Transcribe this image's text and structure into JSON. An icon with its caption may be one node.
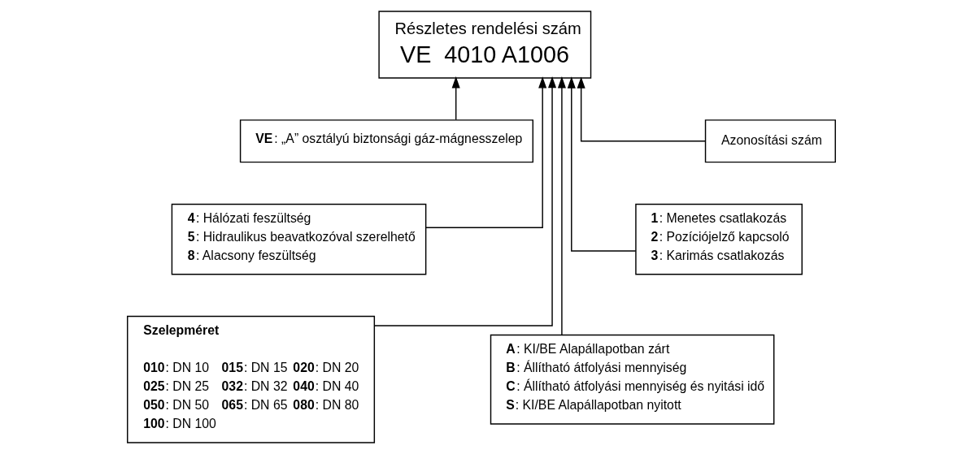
{
  "diagram": {
    "nodes": [
      {
        "text": [
          "Részletes rendelési szám",
          "VE  4010 A1006"
        ]
      },
      {
        "text": [
          "**VE**: „A” osztályú biztonsági gáz-mágnesszelep"
        ]
      },
      {
        "text": [
          "**4**: Hálózati feszültség",
          "**5**: Hidraulikus beavatkozóval szerelhető",
          "**8**: Alacsony feszültség"
        ]
      },
      {
        "text": [
          "Szelepméret",
          "**010**: DN 10",
          "**015**: DN 15",
          "**020**: DN 20",
          "**025**: DN 25",
          "**032**: DN 32",
          "**040**: DN 40",
          "**050**: DN 50",
          "**065**: DN 65",
          "**080**: DN 80",
          "**100**: DN 100"
        ]
      },
      {
        "text": [
          "Azonosítási szám"
        ]
      },
      {
        "text": [
          "**1**: Menetes csatlakozás",
          "**2**: Pozíciójelző kapcsoló",
          "**3**: Karimás csatlakozás"
        ]
      },
      {
        "text": [
          "**A**: KI/BE Alapállapotban zárt",
          "**B**: Állítható átfolyási mennyiség",
          "**C**: Állítható átfolyási mennyiség és nyitási idő",
          "**S**: KI/BE Alapállapotban nyitott"
        ]
      }
    ],
    "edges": [
      {
        "from": 1,
        "to": 0,
        "arrow": "to"
      },
      {
        "from": 2,
        "to": 0,
        "arrow": "to"
      },
      {
        "from": 3,
        "to": 0,
        "arrow": "to"
      },
      {
        "from": 6,
        "to": 0,
        "arrow": "to"
      },
      {
        "from": 5,
        "to": 0,
        "arrow": "to"
      },
      {
        "from": 4,
        "to": 0,
        "arrow": "to"
      }
    ]
  }
}
